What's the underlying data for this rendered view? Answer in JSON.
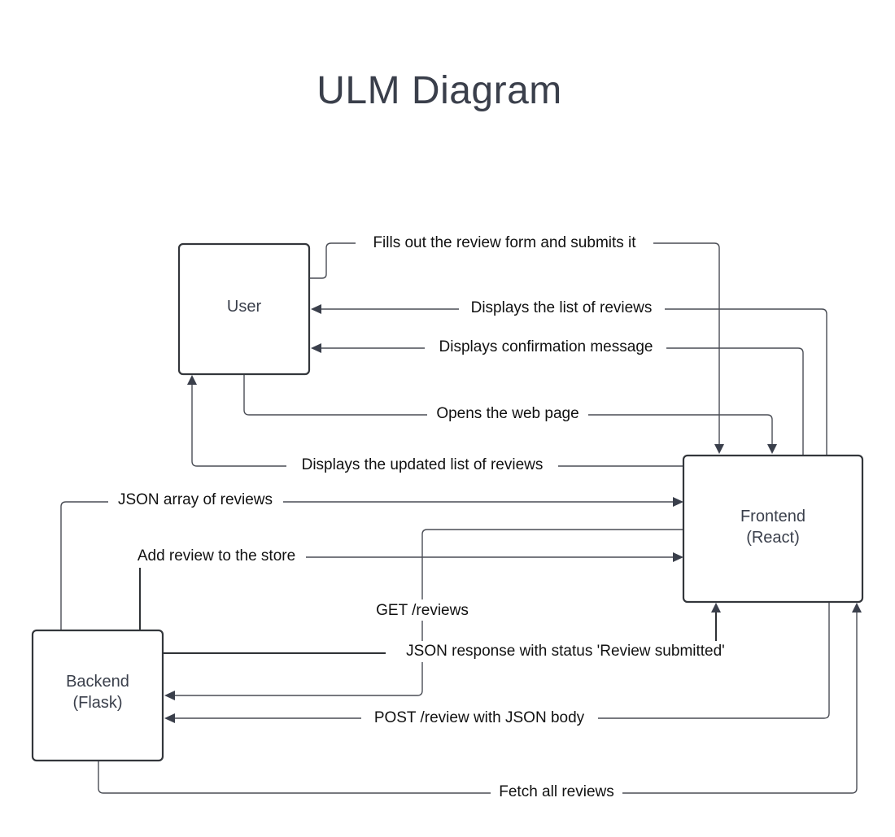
{
  "title": "ULM Diagram",
  "nodes": {
    "user": {
      "label": "User"
    },
    "frontend": {
      "line1": "Frontend",
      "line2": "(React)"
    },
    "backend": {
      "line1": "Backend",
      "line2": "(Flask)"
    }
  },
  "edges": {
    "fills_out_form": "Fills out the review form and submits it",
    "displays_list": "Displays the list of reviews",
    "displays_confirmation": "Displays confirmation message",
    "opens_web_page": "Opens the web page",
    "displays_updated_list": "Displays the updated list of reviews",
    "json_array": "JSON array of reviews",
    "add_review": "Add review to the store",
    "get_reviews": "GET /reviews",
    "json_response": "JSON response with status 'Review submitted'",
    "post_review": "POST /review with JSON body",
    "fetch_all": "Fetch all reviews"
  }
}
